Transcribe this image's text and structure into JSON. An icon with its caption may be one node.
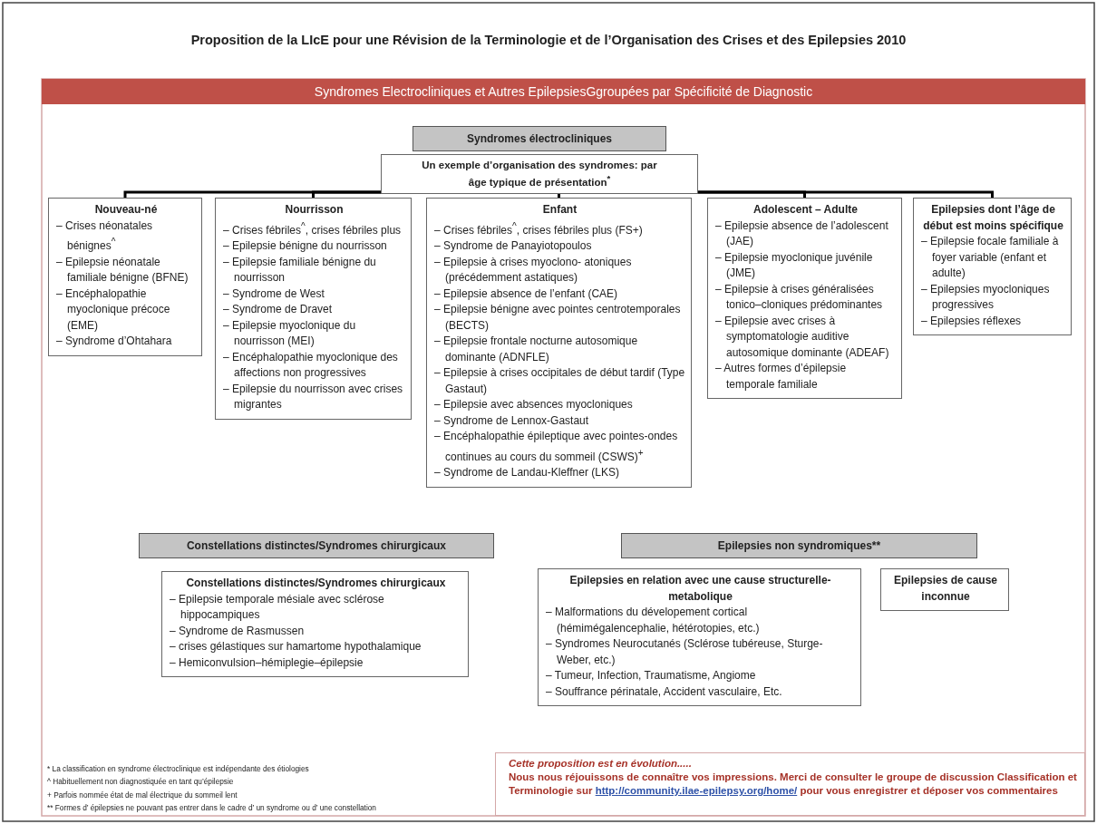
{
  "diagram": {
    "title": "Proposition de la LIcE pour une Révision de la Terminologie et de l’Organisation des Crises et des Epilepsies 2010",
    "nodes": [
      {
        "text": [
          "Syndromes Electrocliniques et Autres EpilepsiesGgroupées par Spécificité de Diagnostic"
        ]
      },
      {
        "text": [
          "Syndromes électrocliniques"
        ]
      },
      {
        "text": [
          "Un exemple d’organisation des syndromes: par âge typique de présentation$^{*}$"
        ]
      },
      {
        "text": [
          "Nouveau-né",
          "– Crises néonatales bénignes$^{^}$",
          "– Epilepsie néonatale familiale bénigne (BFNE)",
          "– Encéphalopathie myoclonique précoce (EME)",
          "– Syndrome d’Ohtahara"
        ]
      },
      {
        "text": [
          "Nourrisson",
          "– Crises fébriles$^{^}$, crises fébriles plus",
          "– Epilepsie bénigne du nourrisson",
          "– Epilepsie familiale bénigne du nourrisson",
          "– Syndrome de West",
          "– Syndrome de Dravet",
          "– Epilepsie myoclonique du nourrisson (MEI)",
          "– Encéphalopathie myoclonique des affections non progressives",
          "– Epilepsie du nourrisson avec crises migrantes"
        ]
      },
      {
        "text": [
          "Enfant",
          "– Crises fébriles$^{^}$, crises fébriles plus (FS+)",
          "– Syndrome de Panayiotopoulos",
          "– Epilepsie à crises myoclono- atoniques (précédemment astatiques)",
          "– Epilepsie absence de l’enfant (CAE)",
          "– Epilepsie bénigne avec pointes centrotemporales (BECTS)",
          "– Epilepsie frontale nocturne autosomique dominante (ADNFLE)",
          "– Epilepsie à crises occipitales de début tardif (Type Gastaut)",
          "– Epilepsie avec absences myocloniques",
          "– Syndrome de Lennox-Gastaut",
          "– Encéphalopathie épileptique avec pointes-ondes continues au cours du sommeil (CSWS)$^{+}$",
          "– Syndrome de Landau-Kleffner (LKS)"
        ]
      },
      {
        "text": [
          "Adolescent – Adulte",
          "– Epilepsie absence de l’adolescent (JAE)",
          "– Epilepsie myoclonique juvénile (JME)",
          "– Epilepsie à crises généralisées tonico–cloniques prédominantes",
          "– Epilepsie avec crises à symptomatologie auditive autosomique dominante (ADEAF)",
          "– Autres formes d’épilepsie temporale familiale"
        ]
      },
      {
        "text": [
          "Epilepsies dont l’âge de début est moins spécifique",
          "– Epilepsie focale familiale à foyer variable (enfant et adulte)",
          "– Epilepsies myocloniques progressives",
          "– Epilepsies réflexes"
        ]
      },
      {
        "text": [
          "Constellations distinctes/Syndromes chirurgicaux"
        ]
      },
      {
        "text": [
          "Constellations distinctes/Syndromes chirurgicaux",
          "– Epilepsie temporale mésiale avec sclérose hippocampiques",
          "– Syndrome de Rasmussen",
          "– crises gélastiques sur hamartome hypothalamique",
          "– Hemiconvulsion–hémiplegie–épilepsie"
        ]
      },
      {
        "text": [
          "Epilepsies non syndromiques**"
        ]
      },
      {
        "text": [
          "Epilepsies en relation avec une cause structurelle-metabolique",
          "– Malformations du dévelopement cortical (hémimégalencephalie, hétérotopies, etc.)",
          "– Syndromes Neurocutanés (Sclérose tubéreuse, Sturge-Weber, etc.)",
          "– Tumeur, Infection, Traumatisme, Angiome",
          "– Souffrance périnatale, Accident vasculaire, Etc."
        ]
      },
      {
        "text": [
          "Epilepsies de cause inconnue"
        ]
      },
      {
        "text": [
          "Cette proposition est en évolution.....",
          "Nous nous réjouissons de connaître vos impressions. Merci de consulter le groupe de discussion Classification et Terminologie sur",
          "http://community.ilae-epilepsy.org/home/",
          "pour vous enregistrer et déposer vos commentaires"
        ]
      }
    ],
    "edges": [
      {
        "from": 2,
        "to": 3,
        "arrow": "none"
      },
      {
        "from": 2,
        "to": 4,
        "arrow": "none"
      },
      {
        "from": 2,
        "to": 5,
        "arrow": "none"
      },
      {
        "from": 2,
        "to": 6,
        "arrow": "none"
      },
      {
        "from": 2,
        "to": 7,
        "arrow": "none"
      }
    ],
    "labels": [
      "* La classification en syndrome électroclinique est indépendante des étiologies",
      "^ Habituellement non diagnostiquée en tant qu’épilepsie",
      "+ Parfois nommée état de mal électrique du sommeil lent",
      "** Formes d’ épilepsies ne pouvant pas entrer dans le cadre d’ un syndrome ou d’ une constellation"
    ]
  }
}
